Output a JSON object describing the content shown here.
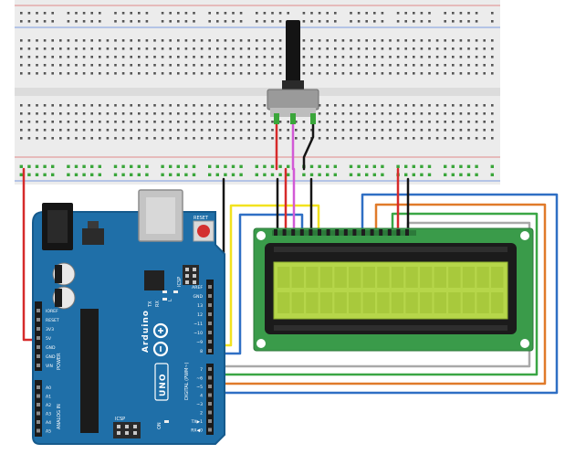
{
  "colors": {
    "board": "#1f6fa8",
    "board_edge": "#165a8c",
    "breadboard": "#ececec",
    "rail_red": "#d9534f",
    "rail_blue": "#3f6fc9",
    "hole": "#555555",
    "hole_green": "#3aa63a",
    "lcd_pcb": "#3a9b4a",
    "lcd_frame": "#1b1b1b",
    "lcd_screen": "#b6d64a",
    "wire_red": "#d62a2a",
    "wire_black": "#151515",
    "wire_pink": "#d25ad6",
    "wire_yellow": "#f2e21e",
    "wire_blue": "#2f6fc4",
    "wire_gray": "#a9a9a9",
    "wire_green": "#3aa645",
    "wire_orange": "#e07a2a"
  },
  "arduino": {
    "reset_label": "RESET",
    "icsp_label": "ICSP",
    "icsp2_label": "ICSP",
    "brand": "Arduino",
    "model": "UNO",
    "tx_label": "TX",
    "rx_label": "RX",
    "l_label": "L",
    "on_label": "ON",
    "power_label": "POWER",
    "analog_label": "ANALOG IN",
    "digital_label": "DIGITAL (PWM~)",
    "power_pins": [
      "IOREF",
      "RESET",
      "3V3",
      "5V",
      "GND",
      "GND",
      "VIN"
    ],
    "analog_pins": [
      "A0",
      "A1",
      "A2",
      "A3",
      "A4",
      "A5"
    ],
    "header_top_pins": [
      "AREF",
      "GND",
      "13",
      "12",
      "~11",
      "~10",
      "~9",
      "8"
    ],
    "header_bottom_pins": [
      "7",
      "~6",
      "~5",
      "4",
      "~3",
      "2",
      "TX▶1",
      "RX◀0"
    ]
  }
}
